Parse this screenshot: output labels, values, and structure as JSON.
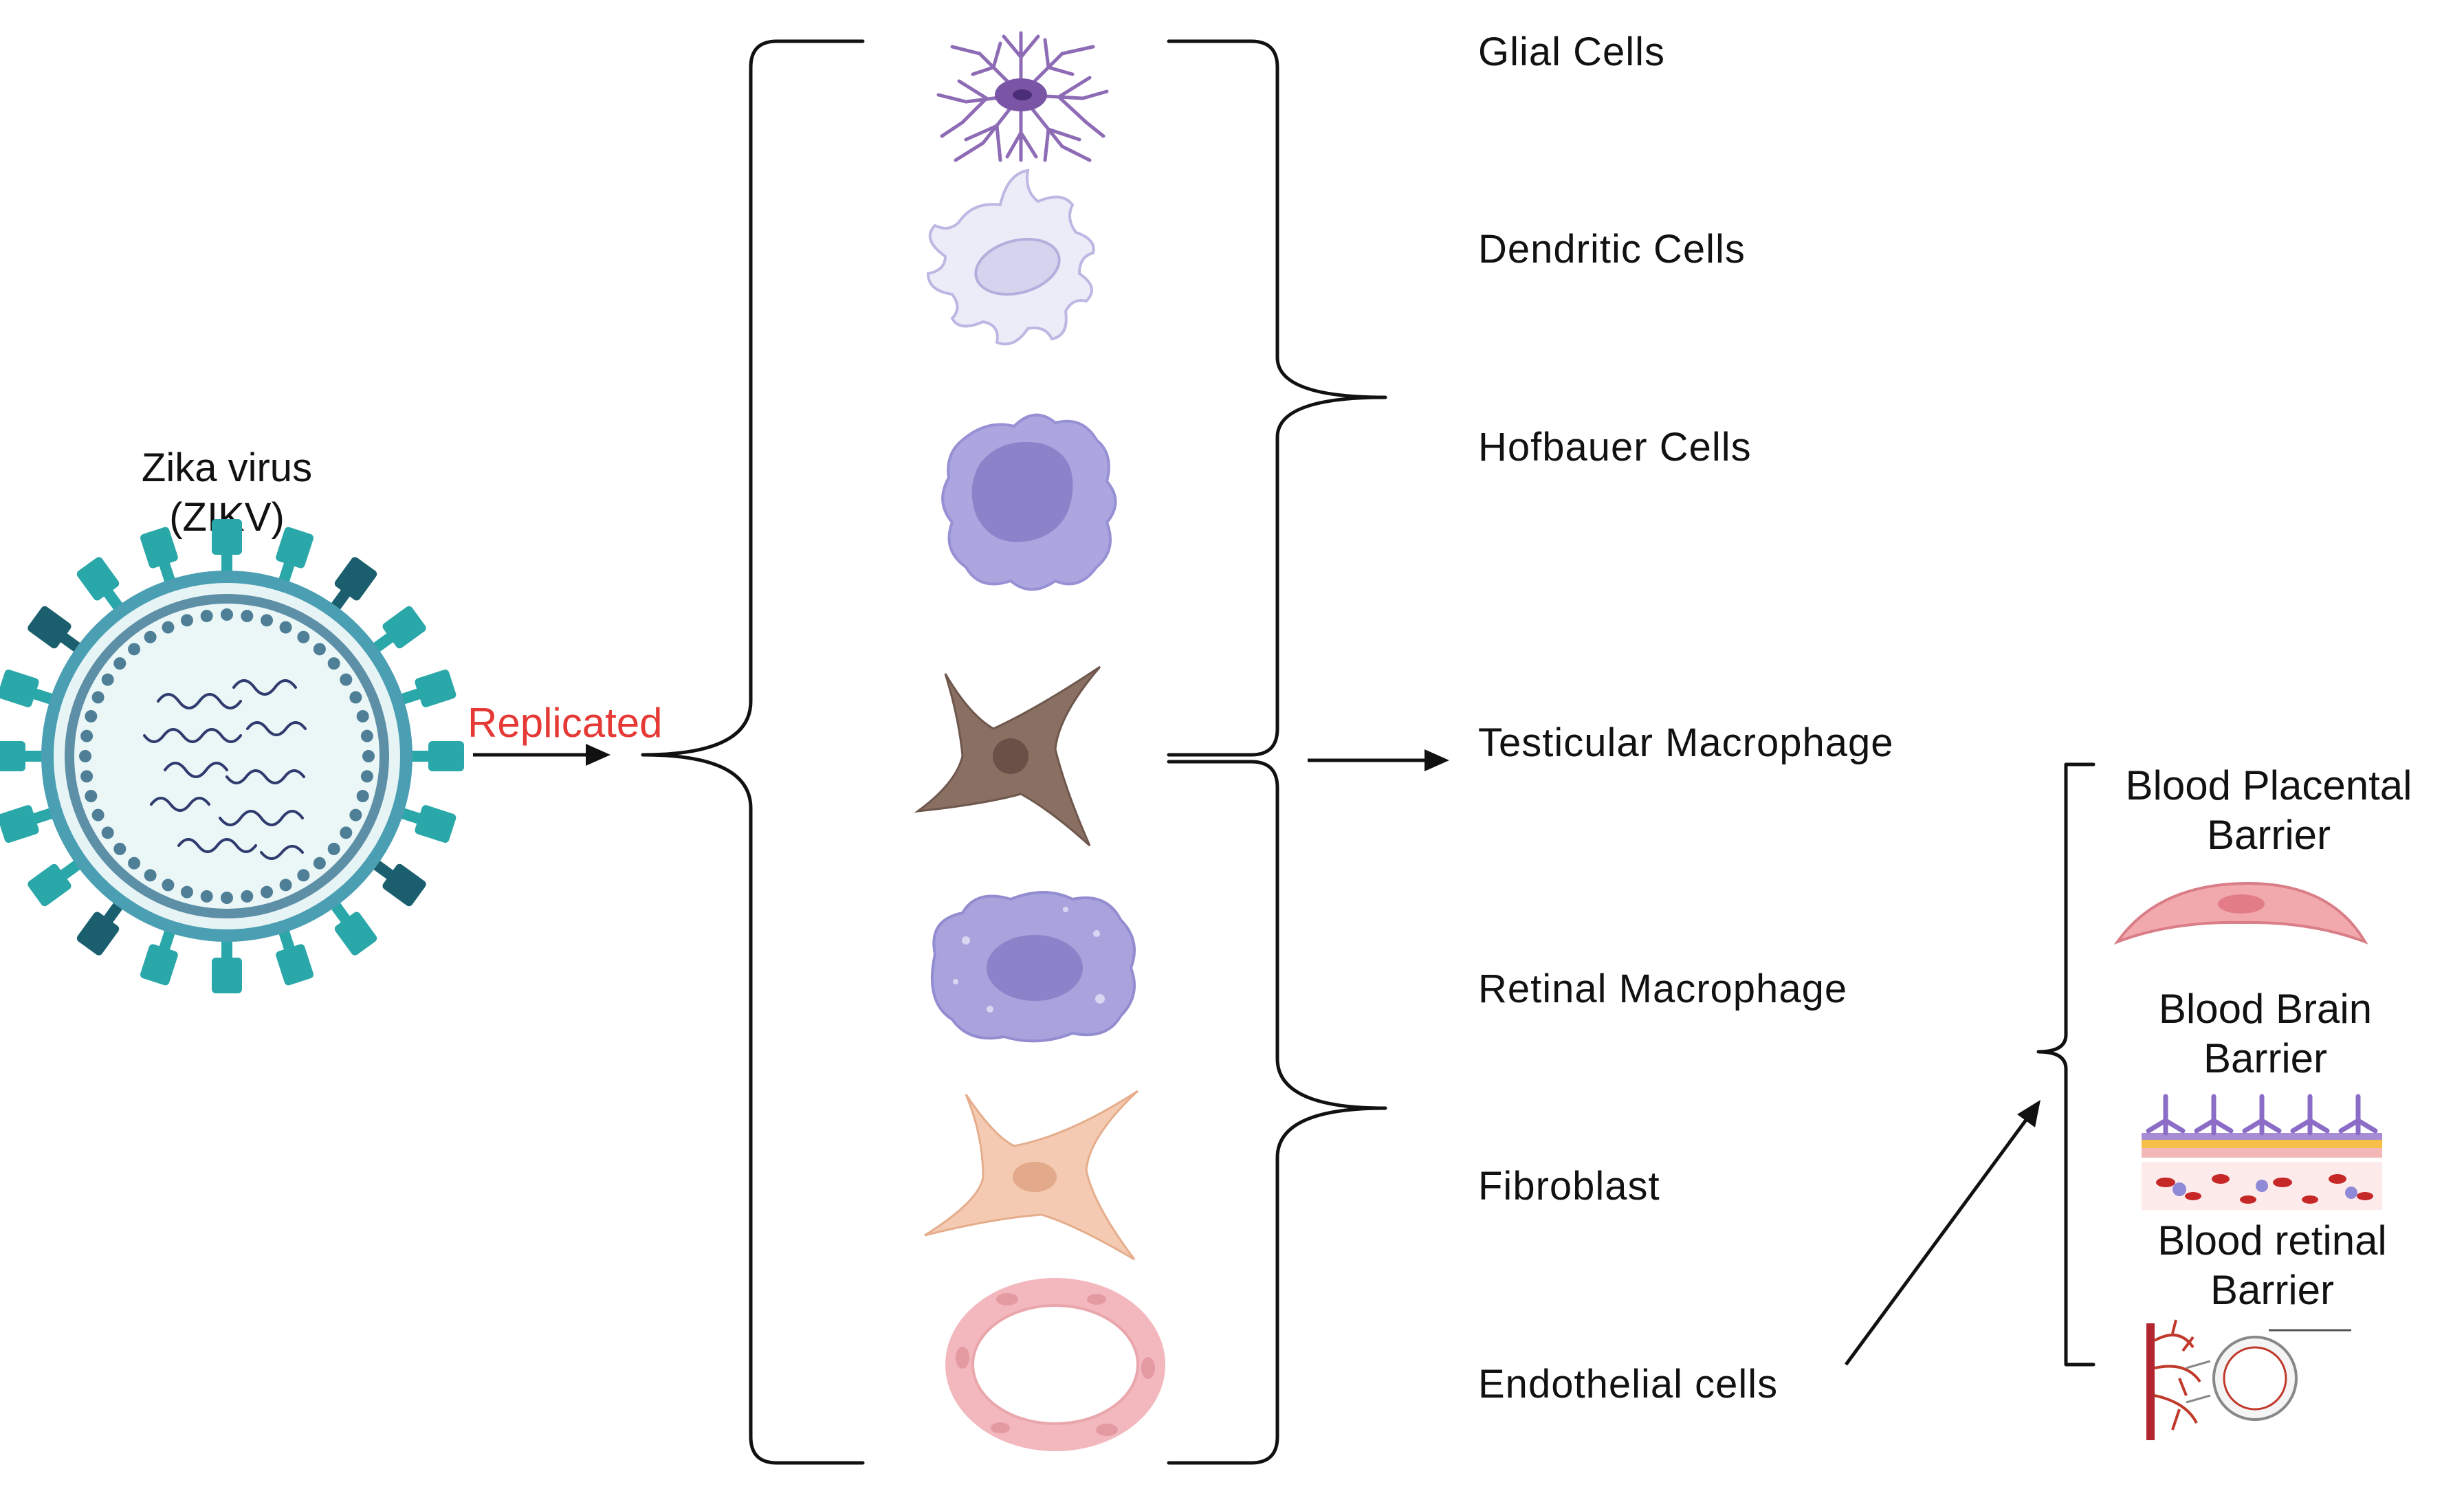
{
  "virus": {
    "name_line1": "Zika virus",
    "name_line2": "(ZIKV)"
  },
  "process_label": "Replicated",
  "cells": [
    {
      "id": "glial",
      "label": "Glial Cells",
      "color": "#8e6bb5"
    },
    {
      "id": "dendritic",
      "label": "Dendritic Cells",
      "color": "#e9e7f6"
    },
    {
      "id": "hofbauer",
      "label": "Hofbauer Cells",
      "color": "#aba5e0"
    },
    {
      "id": "testicular",
      "label": "Testicular Macrophage",
      "color": "#8a6f63"
    },
    {
      "id": "retinal",
      "label": "Retinal Macrophage",
      "color": "#a9a3dd"
    },
    {
      "id": "fibroblast",
      "label": "Fibroblast",
      "color": "#f4cbb2"
    },
    {
      "id": "endothelial",
      "label": "Endothelial cells",
      "color": "#f2b8bd"
    }
  ],
  "barriers": [
    {
      "id": "placental",
      "line1": "Blood Placental",
      "line2": "Barrier"
    },
    {
      "id": "brain",
      "line1": "Blood Brain",
      "line2": "Barrier"
    },
    {
      "id": "retinal",
      "line1": "Blood retinal",
      "line2": "Barrier"
    }
  ],
  "colors": {
    "virus_teal": "#2aa7a8",
    "virus_dark": "#1b5f6e",
    "replicated_red": "#e53935",
    "line": "#111111"
  }
}
